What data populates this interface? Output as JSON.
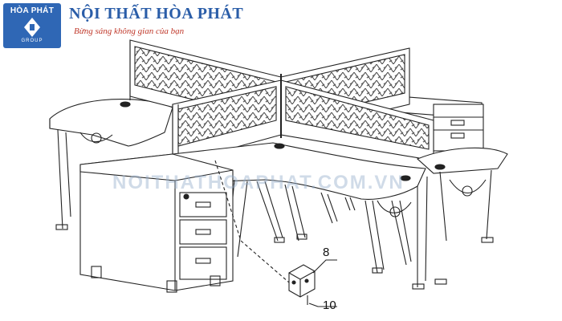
{
  "logo": {
    "brand": "HÒA PHÁT",
    "group": "GROUP",
    "badge_color": "#2f67b5"
  },
  "header": {
    "company_name": "NỘI THẤT HÒA PHÁT",
    "slogan": "Bừng sáng không gian của bạn",
    "title_color": "#2a5da8",
    "slogan_color": "#c0392b"
  },
  "watermark": {
    "text": "NOITHATHOAPHAT.COM.VN"
  },
  "callouts": [
    {
      "label": "8"
    },
    {
      "label": "10"
    }
  ],
  "icons": {
    "logo": "diamond-building-logo-icon"
  }
}
